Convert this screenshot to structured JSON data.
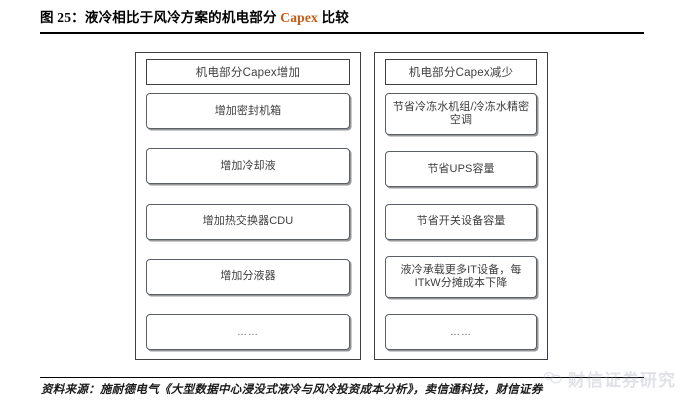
{
  "figure": {
    "label": "图 25：",
    "title_before": "液冷相比于风冷方案的机电部分 ",
    "title_accent": "Capex",
    "title_after": " 比较",
    "accent_color": "#c55a11"
  },
  "diagram": {
    "type": "two-column-comparison",
    "columns": [
      {
        "id": "capex-increase",
        "header": "机电部分Capex增加",
        "items": [
          "增加密封机箱",
          "增加冷却液",
          "增加热交换器CDU",
          "增加分液器",
          "……"
        ]
      },
      {
        "id": "capex-decrease",
        "header": "机电部分Capex减少",
        "items": [
          "节省冷冻水机组/冷冻水精密空调",
          "节省UPS容量",
          "节省开关设备容量",
          "液冷承载更多IT设备，每ITkW分摊成本下降",
          "……"
        ]
      }
    ]
  },
  "footer": {
    "source": "资料来源：施耐德电气《大型数据中心浸没式液冷与风冷投资成本分析》，卖信通科技，财信证券"
  },
  "watermark": {
    "text": "财信证券研究"
  }
}
